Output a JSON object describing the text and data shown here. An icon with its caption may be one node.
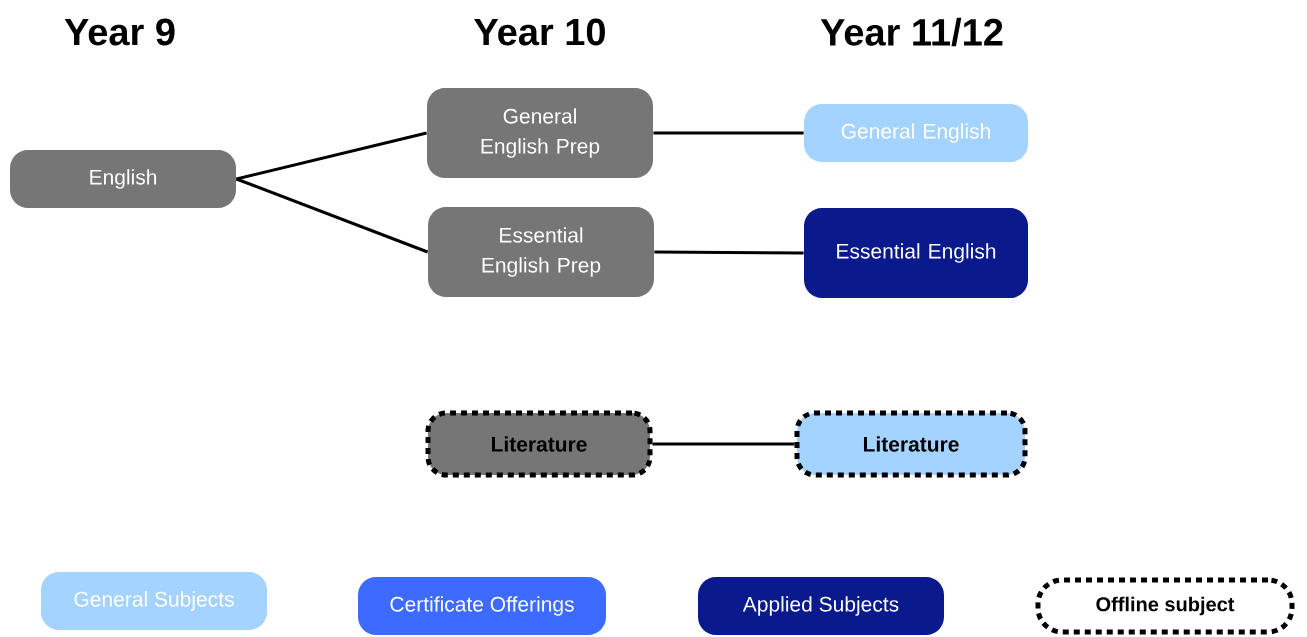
{
  "diagram": {
    "nodes": [
      {
        "text": [
          "English"
        ]
      },
      {
        "text": [
          "General English Prep"
        ]
      },
      {
        "text": [
          "Essential English Prep"
        ]
      },
      {
        "text": [
          "General English"
        ]
      },
      {
        "text": [
          "Essential English"
        ]
      },
      {
        "text": [
          "Literature"
        ]
      },
      {
        "text": [
          "Literature"
        ]
      }
    ],
    "edges": [
      {
        "from": 0,
        "to": 1,
        "arrow": "none"
      },
      {
        "from": 0,
        "to": 2,
        "arrow": "none"
      },
      {
        "from": 1,
        "to": 3,
        "arrow": "none"
      },
      {
        "from": 2,
        "to": 4,
        "arrow": "none"
      },
      {
        "from": 5,
        "to": 6,
        "arrow": "none"
      }
    ],
    "labels": [
      "Year 9",
      "Year 10",
      "Year 11/12"
    ],
    "legend": [
      {
        "text": "General Subjects",
        "color": "#a5d3ff"
      },
      {
        "text": "Certificate Offerings",
        "color": "#3d6bff"
      },
      {
        "text": "Applied Subjects",
        "color": "#0a1a8c"
      },
      {
        "text": "Offline subject"
      }
    ]
  }
}
